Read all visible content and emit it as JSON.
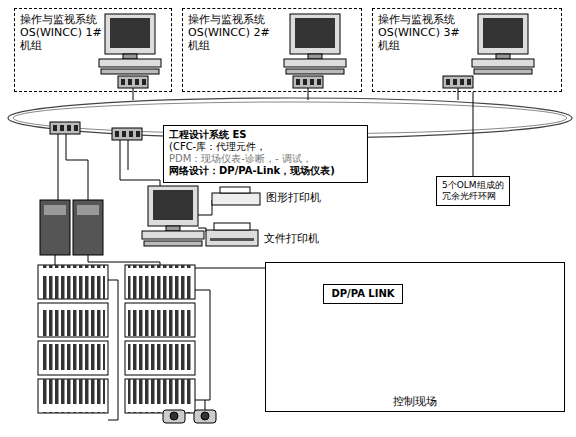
{
  "diagram": {
    "nodes": [
      {
        "text": [
          "操作与监视系统 OS(WINCC) 1#机组"
        ]
      },
      {
        "text": [
          "操作与监视系统 OS(WINCC) 2#机组"
        ]
      },
      {
        "text": [
          "操作与监视系统 OS(WINCC) 3#机组"
        ]
      },
      {
        "text": [
          "工程设计系统 ES",
          "(CFC-库：代理元件，",
          "PDM：现场仪表-诊断，- 调试，",
          "网络设计：DP/PA-Link，现场仪表)"
        ]
      },
      {
        "text": [
          "5个OLM组成的冗余光纤环网"
        ]
      },
      {
        "text": [
          "控制现场"
        ]
      },
      {
        "text": [
          "DP/PA LINK"
        ],
        "in": 5
      }
    ],
    "edges": [
      {
        "from": 4,
        "to": 2,
        "arrow": "none"
      }
    ],
    "labels": [
      "图形打印机",
      "文件打印机"
    ]
  }
}
